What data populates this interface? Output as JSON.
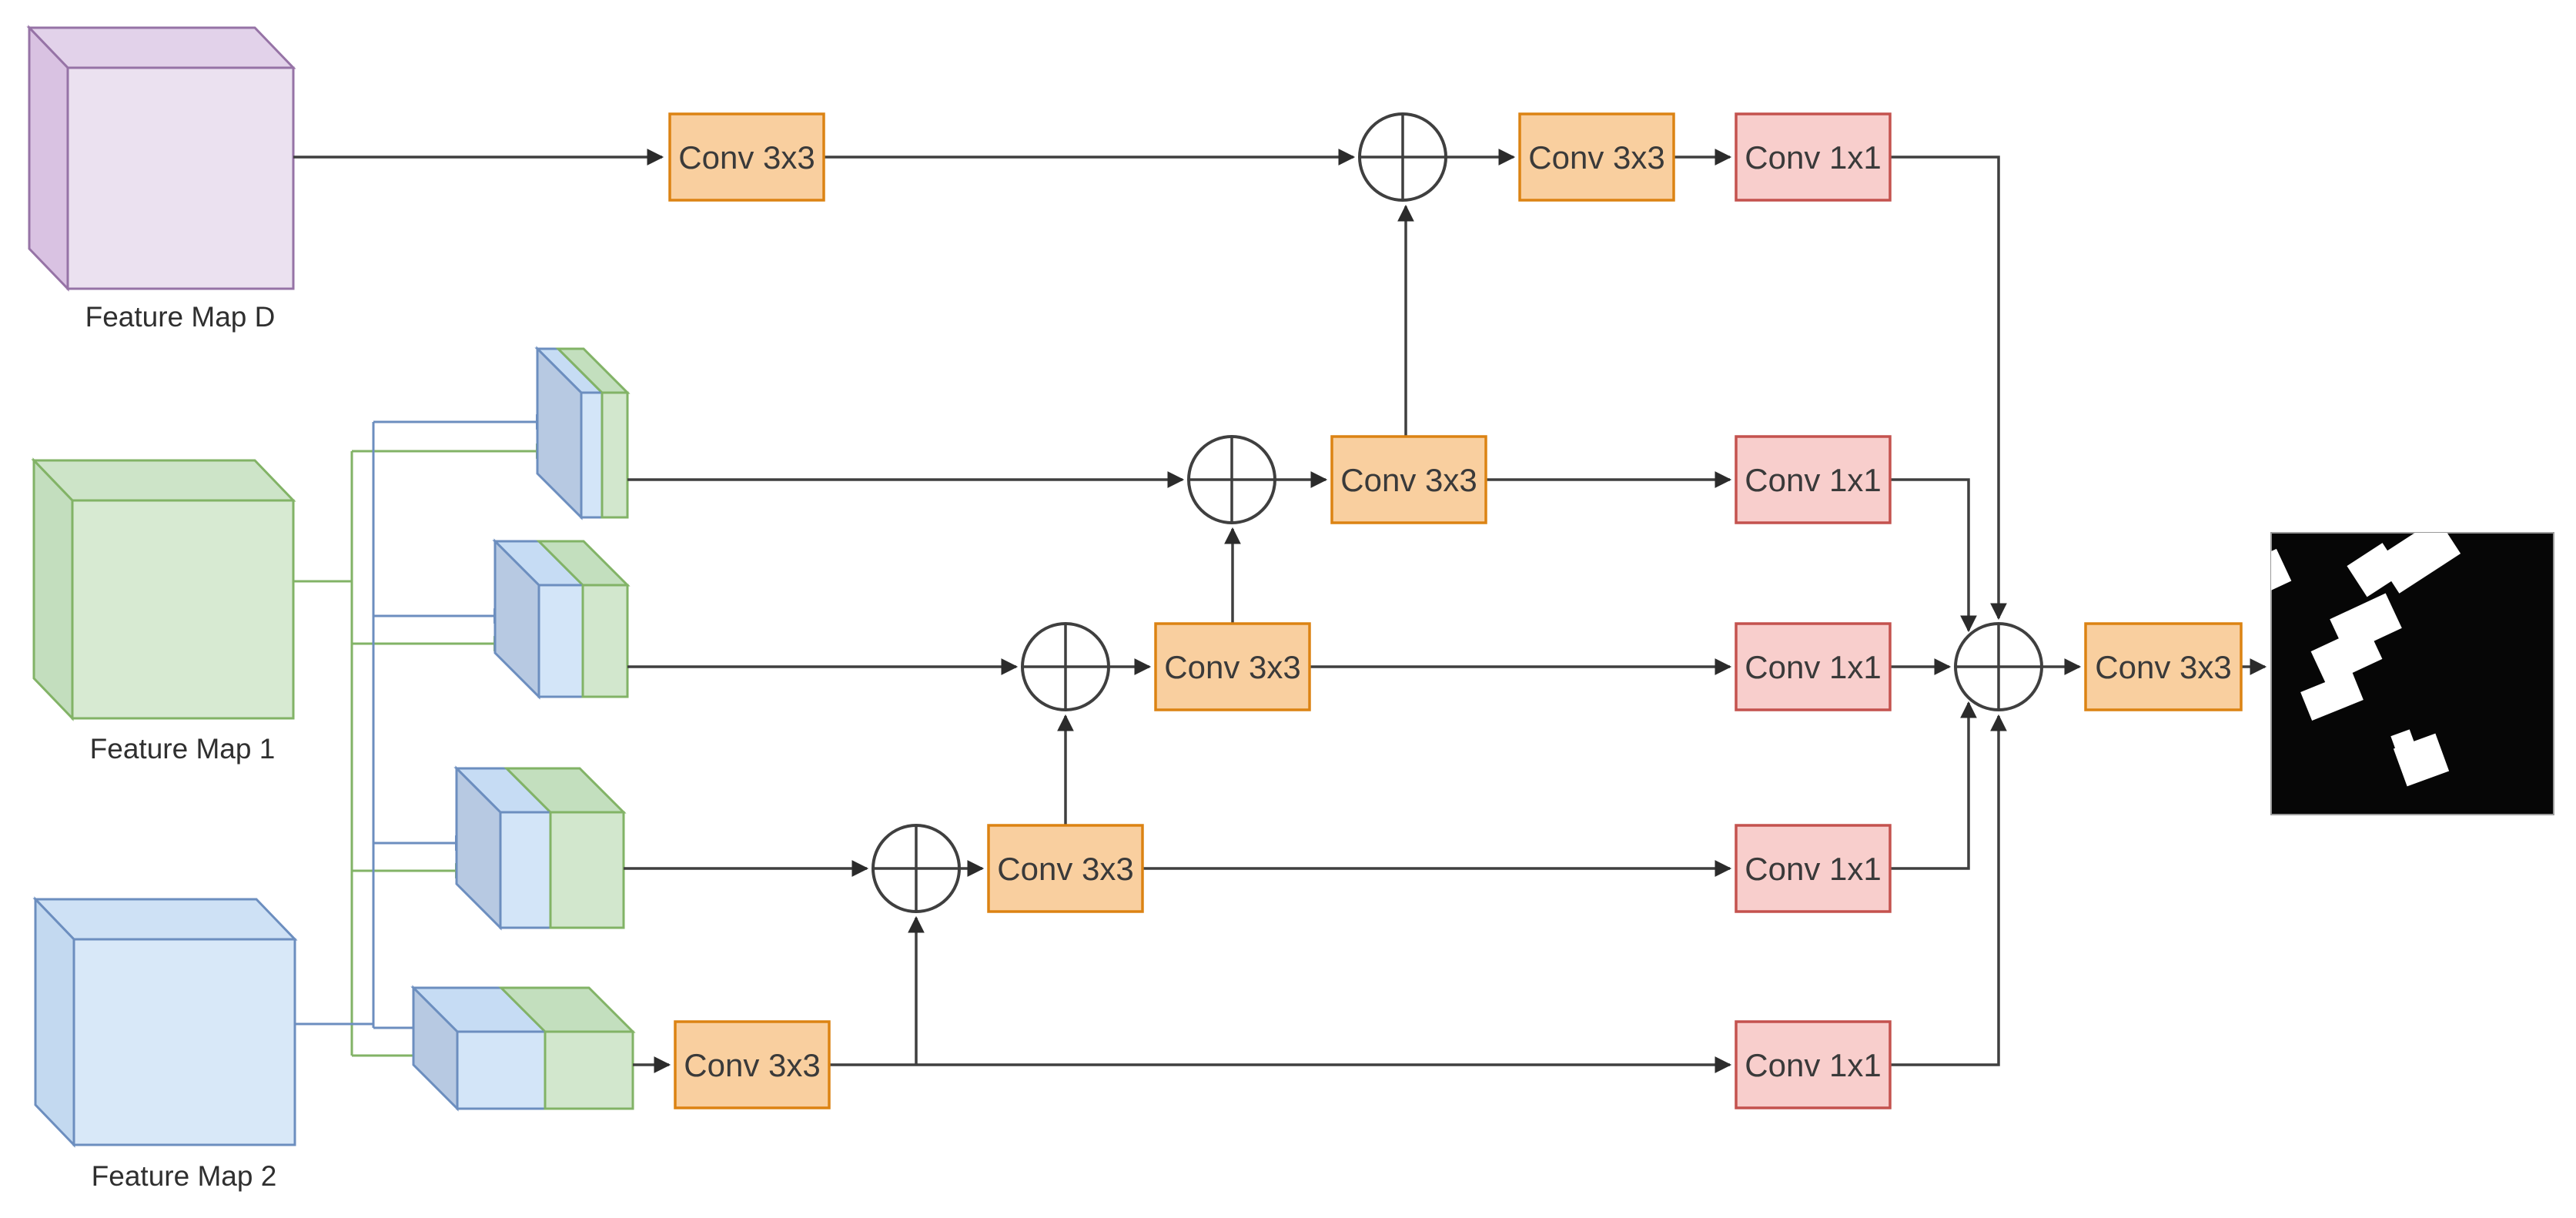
{
  "diagram": {
    "description": "Feature fusion network: three input feature maps are split/concatenated into four mixed blocks, fused through cascaded element-wise additions and Conv 3x3 blocks, projected by Conv 1x1 heads, summed and convolved to produce a binary building segmentation mask",
    "feature_maps": [
      {
        "id": "feature-map-d",
        "label": "Feature Map D",
        "color_theme": "purple"
      },
      {
        "id": "feature-map-1",
        "label": "Feature Map 1",
        "color_theme": "green"
      },
      {
        "id": "feature-map-2",
        "label": "Feature Map 2",
        "color_theme": "blue"
      }
    ],
    "ops": {
      "conv3x3": "Conv 3x3",
      "conv1x1": "Conv 1x1",
      "add": "+"
    },
    "counts": {
      "conv3x3_boxes": 7,
      "conv1x1_boxes": 5,
      "add_nodes": 5,
      "fused_blocks": 4
    },
    "output": {
      "type": "segmentation-mask",
      "background": "black",
      "foreground": "white"
    },
    "colors": {
      "line_color": "#3f3f3f",
      "blue_line": "#6c8ebf",
      "green_line": "#82b366",
      "orange_fill": "#f9cf9f",
      "orange_stroke": "#dc8313",
      "pink_fill": "#f8cecc",
      "pink_stroke": "#c4524e",
      "purple_front": "#ebe1f0",
      "purple_side": "#d9c2e2",
      "purple_top": "#e2d2ea",
      "purple_stroke": "#9673a6",
      "green_front": "#d7ead2",
      "green_side": "#c3debe",
      "green_top": "#cde4c8",
      "green_stroke": "#82b366",
      "blue_front": "#d8e8f8",
      "blue_side": "#c3d9f0",
      "blue_top": "#cee1f5",
      "blue_stroke": "#6c8ebf",
      "block_side": "#b7c9e2",
      "block_blue": "#d3e5f8",
      "block_blue_top": "#c6dcf4",
      "block_green": "#d2e7cd",
      "block_green_top": "#c3dfbe",
      "mask_bg": "#060606",
      "mask_fg": "#ffffff"
    }
  }
}
